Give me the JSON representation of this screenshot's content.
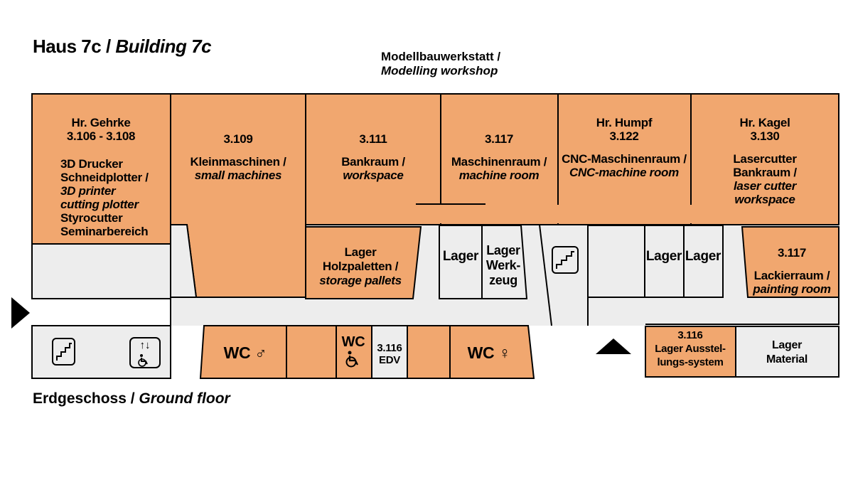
{
  "title": {
    "de": "Haus 7c /",
    "en": "Building 7c"
  },
  "workshop_label": {
    "de": "Modellbauwerkstatt /",
    "en": "Modelling workshop"
  },
  "floor_label": {
    "de": "Erdgeschoss /",
    "en": "Ground floor"
  },
  "colors": {
    "room_orange": "#F1A76F",
    "aux_gray": "#EDEDED",
    "wall_black": "#000000"
  },
  "icons": {
    "elevator_arrows": "↑↓"
  },
  "rooms": {
    "gehrke": {
      "owner": "Hr. Gehrke",
      "number": "3.106 - 3.108",
      "line1": "3D Drucker",
      "line2": "Schneidplotter /",
      "line3_it": "3D printer",
      "line4_it": "cutting plotter",
      "line5": "Styrocutter",
      "line6": "Seminarbereich"
    },
    "kleinmaschinen": {
      "number": "3.109",
      "de": "Kleinmaschinen /",
      "en": "small machines"
    },
    "bankraum": {
      "number": "3.111",
      "de": "Bankraum /",
      "en": "workspace"
    },
    "maschinenraum": {
      "number": "3.117",
      "de": "Maschinenraum /",
      "en": "machine room"
    },
    "cnc": {
      "owner": "Hr. Humpf",
      "number": "3.122",
      "de": "CNC-Maschinenraum /",
      "en": "CNC-machine room"
    },
    "laser": {
      "owner": "Hr. Kagel",
      "number": "3.130",
      "de1": "Lasercutter",
      "de2": "Bankraum /",
      "en1": "laser cutter",
      "en2": "workspace"
    },
    "holzpaletten": {
      "de1": "Lager",
      "de2": "Holzpaletten /",
      "en": "storage pallets"
    },
    "lager": "Lager",
    "werkzeug": {
      "line1": "Lager",
      "line2": "Werk-",
      "line3": "zeug"
    },
    "lackierraum": {
      "number": "3.117",
      "de": "Lackierraum /",
      "en": "painting room"
    },
    "edv": {
      "number": "3.116",
      "name": "EDV"
    },
    "ausstellung": {
      "number": "3.116",
      "line1": "Lager Ausstel-",
      "line2": "lungs-system"
    },
    "material": {
      "line1": "Lager",
      "line2": "Material"
    },
    "wc_male": "WC ♂",
    "wc_accessible": "WC",
    "wc_female": "WC ♀"
  }
}
